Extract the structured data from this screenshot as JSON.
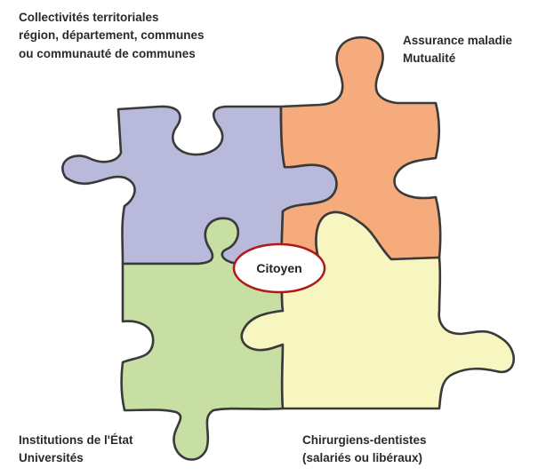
{
  "labels": {
    "top_left": [
      "Collectivités territoriales",
      "région, département, communes",
      "ou communauté de communes"
    ],
    "top_right": [
      "Assurance maladie",
      "Mutualité"
    ],
    "bottom_left": [
      "Institutions de l'État",
      "Universités"
    ],
    "bottom_right": [
      "Chirurgiens-dentistes",
      "(salariés ou libéraux)"
    ]
  },
  "center": {
    "label": "Citoyen"
  },
  "colors": {
    "top_left": "#b9b9dc",
    "top_right": "#f6ab7c",
    "bottom_left": "#c8dfa4",
    "bottom_right": "#f8f6c0",
    "center_border": "#b01818"
  }
}
